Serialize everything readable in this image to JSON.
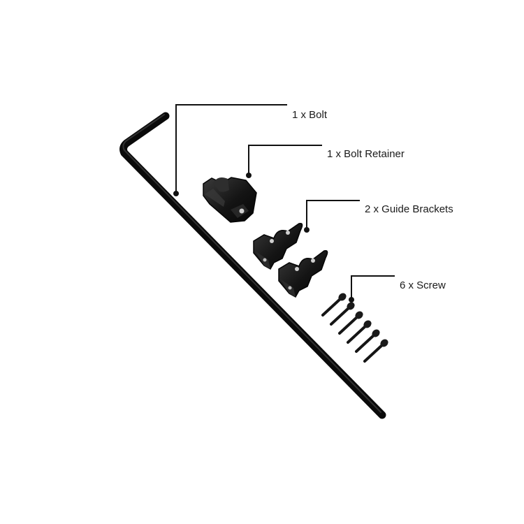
{
  "callouts": {
    "bolt": "1 x Bolt",
    "retainer": "1 x Bolt Retainer",
    "brackets": "2 x Guide Brackets",
    "screw": "6 x Screw"
  },
  "colors": {
    "background": "#ffffff",
    "hardware": "#141414",
    "leader_line": "#111111",
    "label_text": "#1a1a1a"
  }
}
